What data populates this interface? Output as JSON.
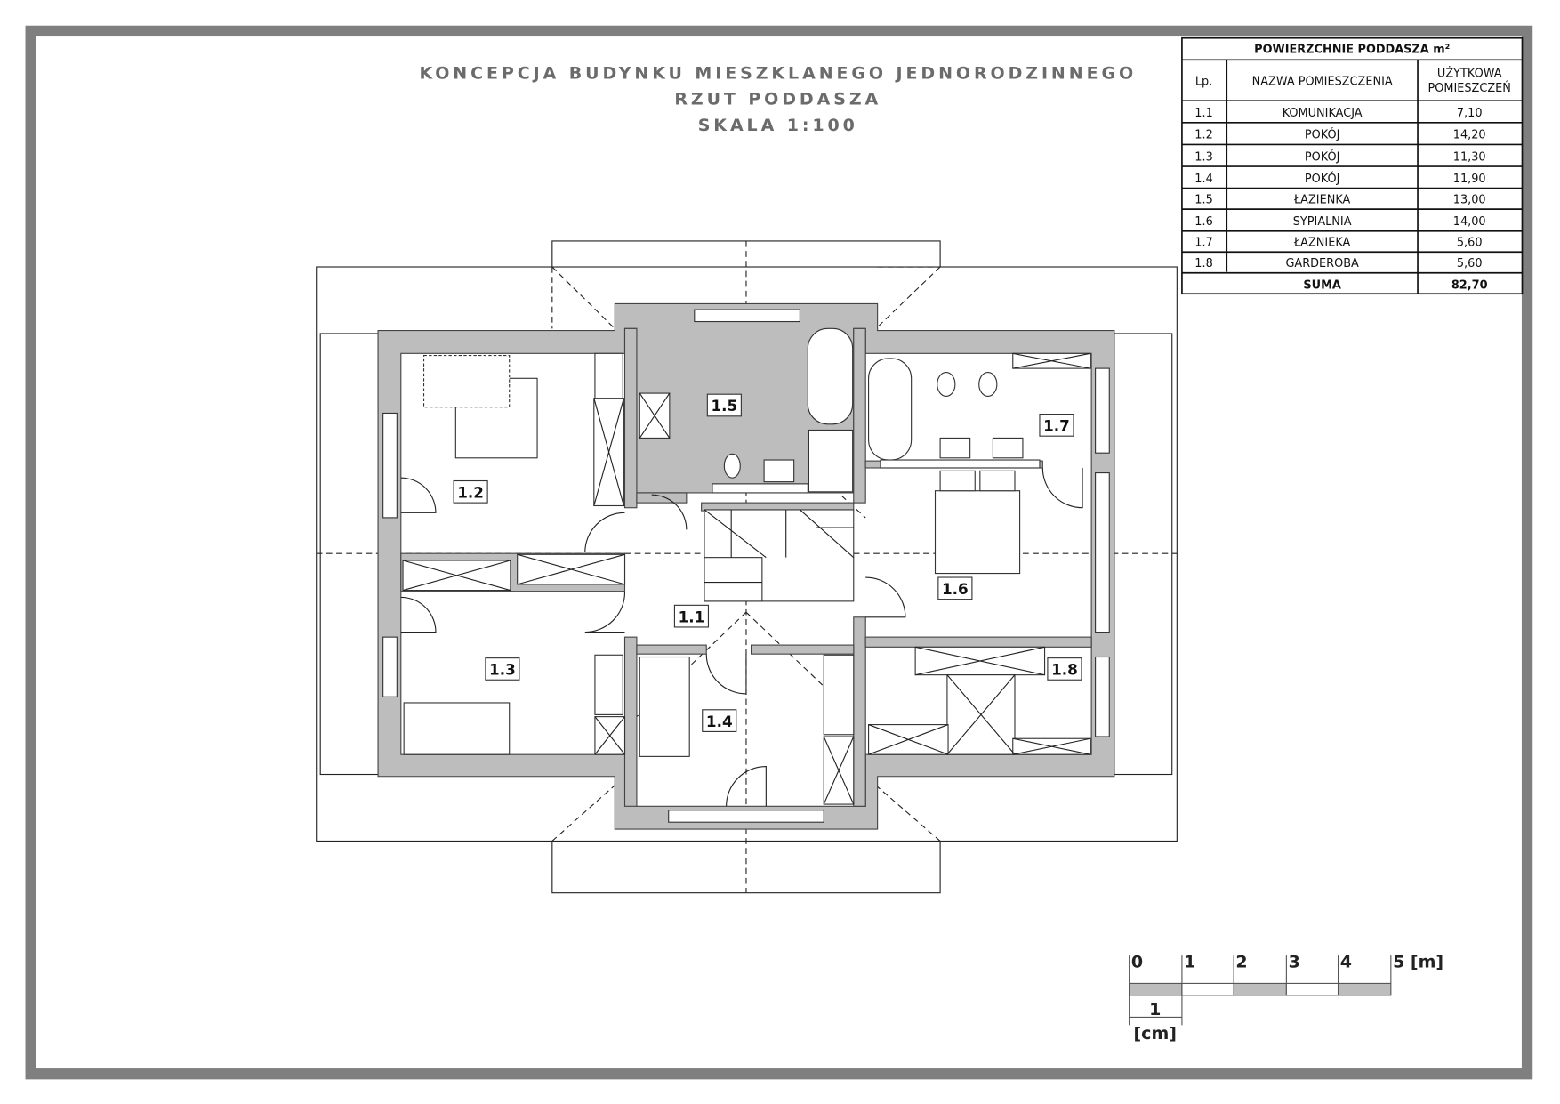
{
  "title": {
    "line1": "KONCEPCJA BUDYNKU MIESZKLANEGO JEDNORODZINNEGO",
    "line2": "RZUT PODDASZA",
    "line3": "SKALA 1:100"
  },
  "table": {
    "title": "POWIERZCHNIE PODDASZA  m²",
    "headers": {
      "lp": "Lp.",
      "name": "NAZWA POMIESZCZENIA",
      "area1": "UŻYTKOWA",
      "area2": "POMIESZCZEŃ"
    },
    "rows": [
      {
        "lp": "1.1",
        "name": "KOMUNIKACJA",
        "area": "7,10"
      },
      {
        "lp": "1.2",
        "name": "POKÓJ",
        "area": "14,20"
      },
      {
        "lp": "1.3",
        "name": "POKÓJ",
        "area": "11,30"
      },
      {
        "lp": "1.4",
        "name": "POKÓJ",
        "area": "11,90"
      },
      {
        "lp": "1.5",
        "name": "ŁAZIENKA",
        "area": "13,00"
      },
      {
        "lp": "1.6",
        "name": "SYPIALNIA",
        "area": "14,00"
      },
      {
        "lp": "1.7",
        "name": "ŁAZNIEKA",
        "area": "5,60"
      },
      {
        "lp": "1.8",
        "name": "GARDEROBA",
        "area": "5,60"
      }
    ],
    "sum_label": "SUMA",
    "sum_value": "82,70"
  },
  "rooms": {
    "r11": "1.1",
    "r12": "1.2",
    "r13": "1.3",
    "r14": "1.4",
    "r15": "1.5",
    "r16": "1.6",
    "r17": "1.7",
    "r18": "1.8"
  },
  "scale_bar": {
    "ticks": [
      "0",
      "1",
      "2",
      "3",
      "4",
      "5 [m]"
    ],
    "unit_value": "1",
    "unit": "[cm]"
  }
}
